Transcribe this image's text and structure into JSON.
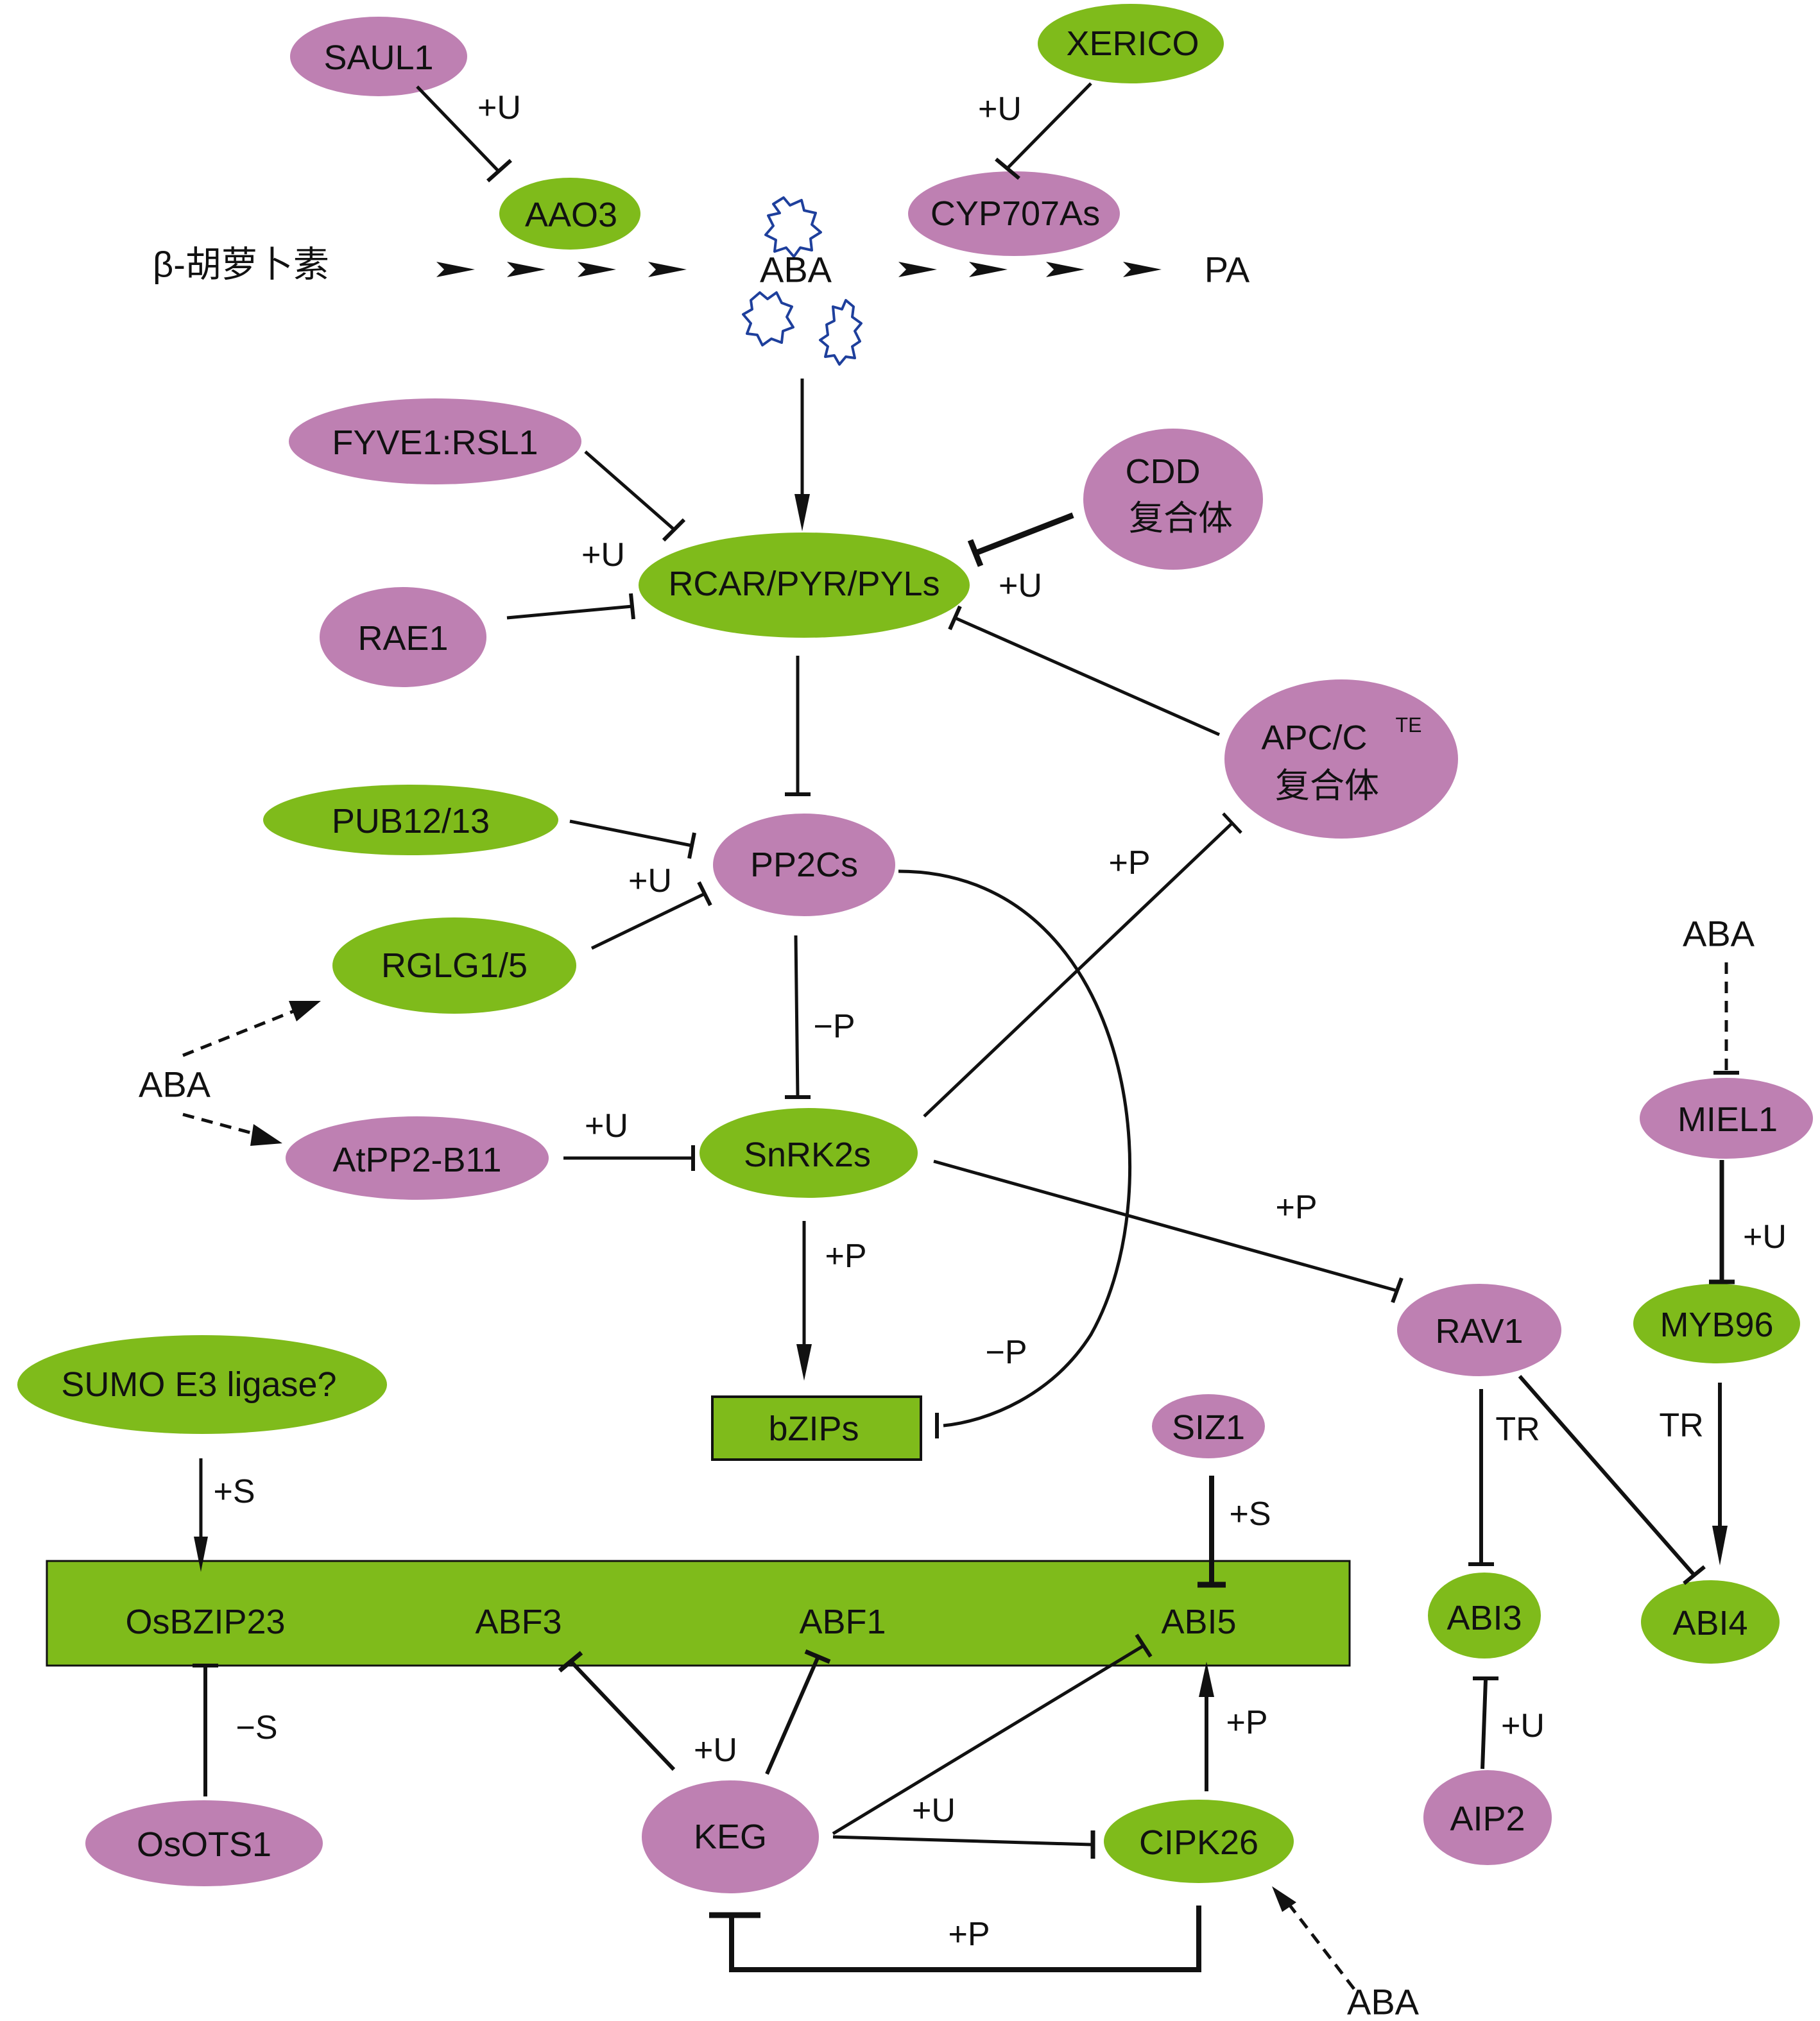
{
  "colors": {
    "purple": "#be80b2",
    "green": "#7fbb1b",
    "line": "#111111",
    "structure": "#1e3f9c"
  },
  "nodes": {
    "saul1": "SAUL1",
    "xerico": "XERICO",
    "aao3": "AAO3",
    "cyp707as": "CYP707As",
    "fyve1_rsl1": "FYVE1:RSL1",
    "cdd_line1": "CDD",
    "cdd_line2": "复合体",
    "rcar": "RCAR/PYR/PYLs",
    "rae1": "RAE1",
    "apc_line1": "APC/C",
    "apc_sup": "TE",
    "apc_line2": "复合体",
    "pub12_13": "PUB12/13",
    "pp2cs": "PP2Cs",
    "rglg1_5": "RGLG1/5",
    "atpp2_b11": "AtPP2-B11",
    "snrk2s": "SnRK2s",
    "miel1": "MIEL1",
    "myb96": "MYB96",
    "rav1": "RAV1",
    "sumo_e3": "SUMO E3 ligase?",
    "bzips": "bZIPs",
    "siz1": "SIZ1",
    "osbzip23": "OsBZIP23",
    "abf3": "ABF3",
    "abf1": "ABF1",
    "abi5": "ABI5",
    "abi3": "ABI3",
    "abi4": "ABI4",
    "osots1": "OsOTS1",
    "keg": "KEG",
    "cipk26": "CIPK26",
    "aip2": "AIP2"
  },
  "texts": {
    "beta_carotene": "β-胡萝卜素",
    "aba_center": "ABA",
    "pa": "PA",
    "aba_left": "ABA",
    "aba_right": "ABA",
    "aba_bottom": "ABA"
  },
  "edge_labels": {
    "saul1_u": "+U",
    "xerico_u": "+U",
    "rcar_u_left": "+U",
    "rcar_u_right": "+U",
    "pp2c_u": "+U",
    "atpp2_u": "+U",
    "pp2c_snrk_p": "−P",
    "snrk_apc_p": "+P",
    "snrk_bzip_p": "+P",
    "snrk_rav_p": "+P",
    "pp2c_bzip_p": "−P",
    "miel_myb_u": "+U",
    "myb_tr": "TR",
    "rav_tr": "TR",
    "sumo_s": "+S",
    "siz1_s": "+S",
    "ots_s": "−S",
    "keg_u_top": "+U",
    "keg_u_mid": "+U",
    "cipk_p": "+P",
    "keg_cipk_p": "+P",
    "aip2_u": "+U"
  }
}
